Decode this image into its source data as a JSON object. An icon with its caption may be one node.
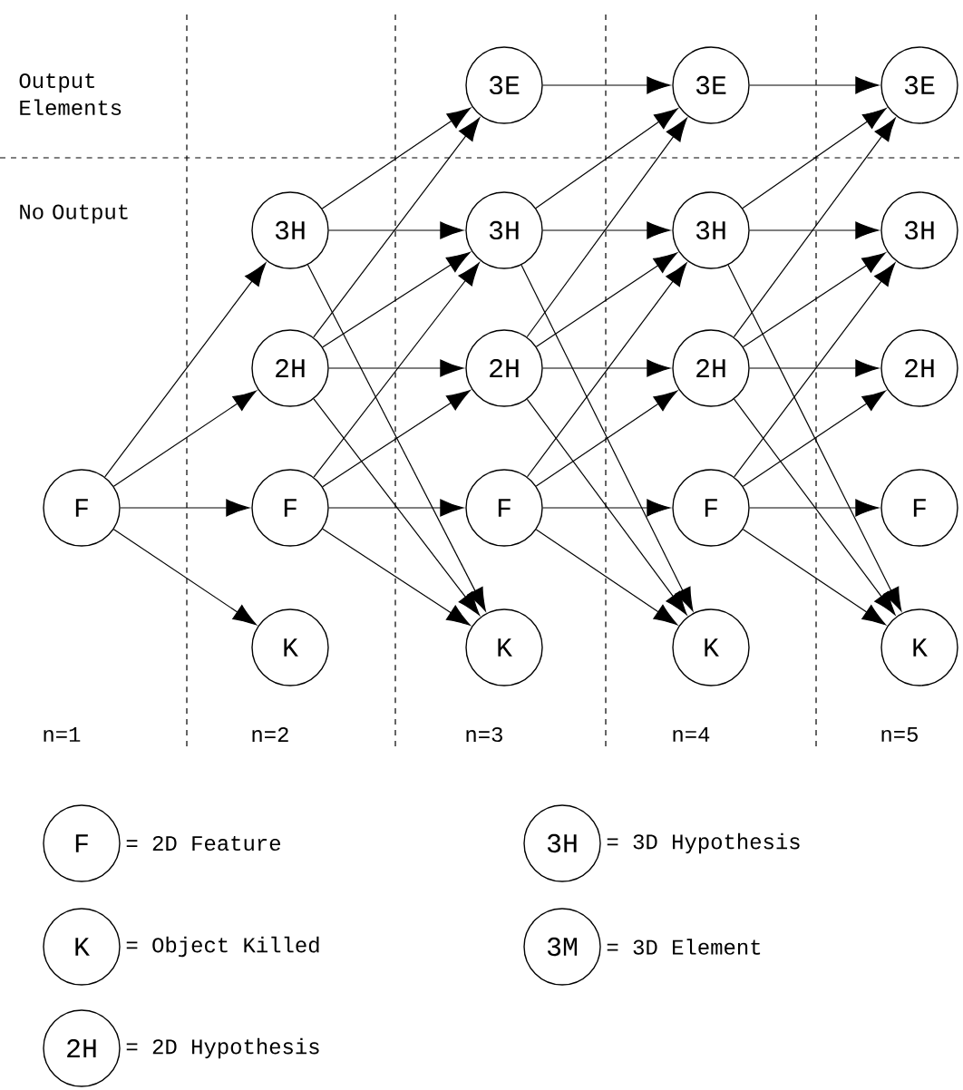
{
  "diagram": {
    "nodes": [
      {
        "text": [
          "F"
        ]
      },
      {
        "text": [
          "3H"
        ]
      },
      {
        "text": [
          "2H"
        ]
      },
      {
        "text": [
          "F"
        ]
      },
      {
        "text": [
          "K"
        ]
      },
      {
        "text": [
          "3E"
        ]
      },
      {
        "text": [
          "3H"
        ]
      },
      {
        "text": [
          "2H"
        ]
      },
      {
        "text": [
          "F"
        ]
      },
      {
        "text": [
          "K"
        ]
      },
      {
        "text": [
          "3E"
        ]
      },
      {
        "text": [
          "3H"
        ]
      },
      {
        "text": [
          "2H"
        ]
      },
      {
        "text": [
          "F"
        ]
      },
      {
        "text": [
          "K"
        ]
      },
      {
        "text": [
          "3E"
        ]
      },
      {
        "text": [
          "3H"
        ]
      },
      {
        "text": [
          "2H"
        ]
      },
      {
        "text": [
          "F"
        ]
      },
      {
        "text": [
          "K"
        ]
      },
      {
        "text": [
          "F"
        ],
        "beside": [
          "= 2D Feature"
        ]
      },
      {
        "text": [
          "3H"
        ],
        "beside": [
          "= 3D Hypothesis"
        ]
      },
      {
        "text": [
          "K"
        ],
        "beside": [
          "= Object Killed"
        ]
      },
      {
        "text": [
          "3M"
        ],
        "beside": [
          "= 3D Element"
        ]
      },
      {
        "text": [
          "2H"
        ],
        "beside": [
          "= 2D Hypothesis"
        ]
      }
    ],
    "edges": [
      {
        "from": 0,
        "to": 1,
        "arrow": "to"
      },
      {
        "from": 0,
        "to": 2,
        "arrow": "to"
      },
      {
        "from": 0,
        "to": 3,
        "arrow": "to"
      },
      {
        "from": 0,
        "to": 4,
        "arrow": "to"
      },
      {
        "from": 1,
        "to": 5,
        "arrow": "to"
      },
      {
        "from": 1,
        "to": 6,
        "arrow": "to"
      },
      {
        "from": 1,
        "to": 9,
        "arrow": "to"
      },
      {
        "from": 2,
        "to": 5,
        "arrow": "to"
      },
      {
        "from": 2,
        "to": 6,
        "arrow": "to"
      },
      {
        "from": 2,
        "to": 7,
        "arrow": "to"
      },
      {
        "from": 2,
        "to": 9,
        "arrow": "to"
      },
      {
        "from": 3,
        "to": 6,
        "arrow": "to"
      },
      {
        "from": 3,
        "to": 7,
        "arrow": "to"
      },
      {
        "from": 3,
        "to": 8,
        "arrow": "to"
      },
      {
        "from": 3,
        "to": 9,
        "arrow": "to"
      },
      {
        "from": 5,
        "to": 10,
        "arrow": "to"
      },
      {
        "from": 6,
        "to": 10,
        "arrow": "to"
      },
      {
        "from": 6,
        "to": 11,
        "arrow": "to"
      },
      {
        "from": 6,
        "to": 14,
        "arrow": "to"
      },
      {
        "from": 7,
        "to": 10,
        "arrow": "to"
      },
      {
        "from": 7,
        "to": 11,
        "arrow": "to"
      },
      {
        "from": 7,
        "to": 12,
        "arrow": "to"
      },
      {
        "from": 7,
        "to": 14,
        "arrow": "to"
      },
      {
        "from": 8,
        "to": 11,
        "arrow": "to"
      },
      {
        "from": 8,
        "to": 12,
        "arrow": "to"
      },
      {
        "from": 8,
        "to": 13,
        "arrow": "to"
      },
      {
        "from": 8,
        "to": 14,
        "arrow": "to"
      },
      {
        "from": 10,
        "to": 15,
        "arrow": "to"
      },
      {
        "from": 11,
        "to": 15,
        "arrow": "to"
      },
      {
        "from": 11,
        "to": 16,
        "arrow": "to"
      },
      {
        "from": 11,
        "to": 19,
        "arrow": "to"
      },
      {
        "from": 12,
        "to": 15,
        "arrow": "to"
      },
      {
        "from": 12,
        "to": 16,
        "arrow": "to"
      },
      {
        "from": 12,
        "to": 17,
        "arrow": "to"
      },
      {
        "from": 12,
        "to": 19,
        "arrow": "to"
      },
      {
        "from": 13,
        "to": 16,
        "arrow": "to"
      },
      {
        "from": 13,
        "to": 17,
        "arrow": "to"
      },
      {
        "from": 13,
        "to": 18,
        "arrow": "to"
      },
      {
        "from": 13,
        "to": 19,
        "arrow": "to"
      }
    ],
    "labels": [
      "Output Elements",
      "No Output",
      "n=1",
      "n=2",
      "n=3",
      "n=4",
      "n=5"
    ]
  }
}
